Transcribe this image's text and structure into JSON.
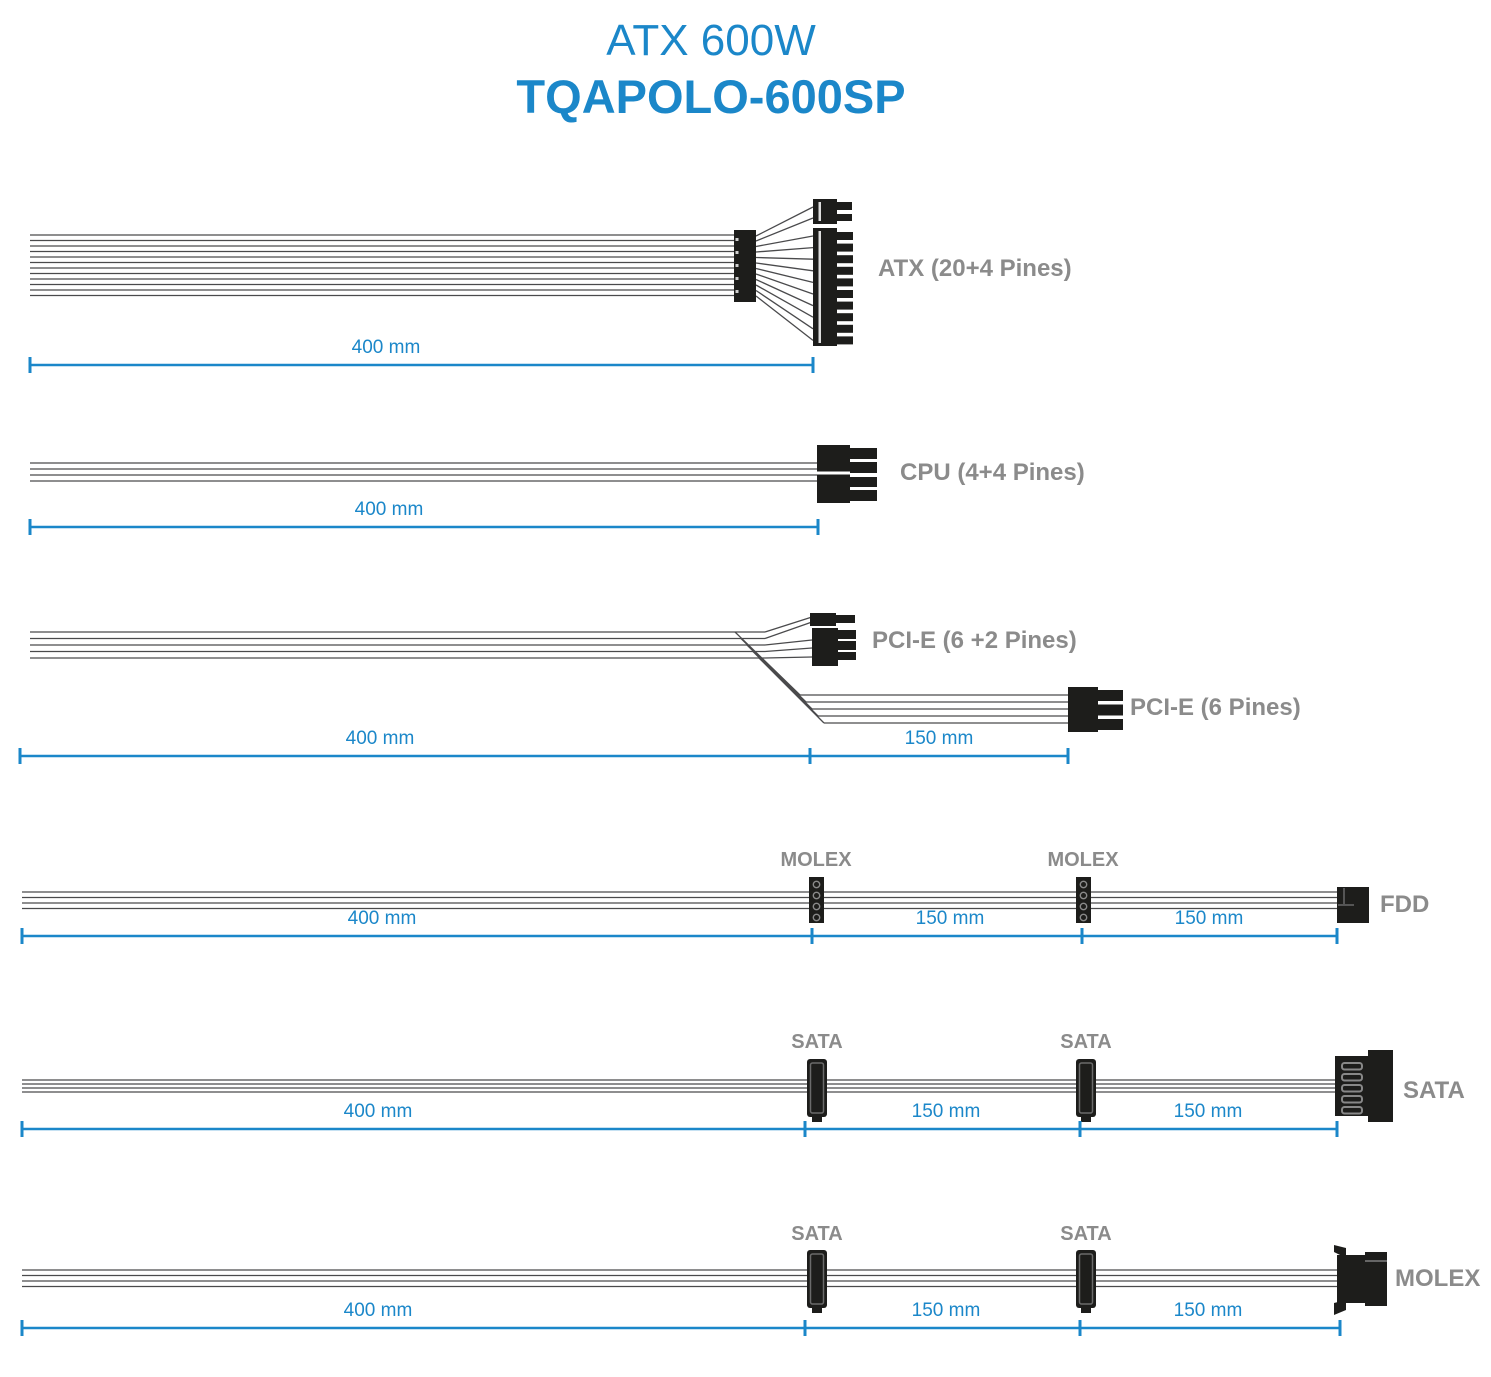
{
  "title": {
    "product_type": "ATX 600W",
    "model": "TQAPOLO-600SP"
  },
  "colors": {
    "accent_blue": "#1b87c9",
    "label_gray": "#8b8b8b",
    "wire_gray": "#4a4a4c",
    "connector_black": "#1d1d1b"
  },
  "cables": [
    {
      "id": "atx-main",
      "wires": 12,
      "connectors": {
        "end": "ATX (20+4 Pines)"
      },
      "dims": [
        {
          "label": "400 mm",
          "mm": 400
        }
      ]
    },
    {
      "id": "cpu",
      "wires": 4,
      "connectors": {
        "end": "CPU (4+4 Pines)"
      },
      "dims": [
        {
          "label": "400 mm",
          "mm": 400
        }
      ]
    },
    {
      "id": "pcie",
      "wires": 5,
      "connectors": {
        "branch": "PCI-E (6 +2 Pines)",
        "end": "PCI-E (6 Pines)"
      },
      "dims": [
        {
          "label": "400 mm",
          "mm": 400
        },
        {
          "label": "150 mm",
          "mm": 150
        }
      ]
    },
    {
      "id": "molex-fdd",
      "wires": 4,
      "connectors": {
        "inline1": "MOLEX",
        "inline2": "MOLEX",
        "end": "FDD"
      },
      "dims": [
        {
          "label": "400 mm",
          "mm": 400
        },
        {
          "label": "150 mm",
          "mm": 150
        },
        {
          "label": "150 mm",
          "mm": 150
        }
      ]
    },
    {
      "id": "sata-sata",
      "wires": 4,
      "connectors": {
        "inline1": "SATA",
        "inline2": "SATA",
        "end": "SATA"
      },
      "dims": [
        {
          "label": "400 mm",
          "mm": 400
        },
        {
          "label": "150 mm",
          "mm": 150
        },
        {
          "label": "150 mm",
          "mm": 150
        }
      ]
    },
    {
      "id": "sata-molex",
      "wires": 4,
      "connectors": {
        "inline1": "SATA",
        "inline2": "SATA",
        "end": "MOLEX"
      },
      "dims": [
        {
          "label": "400 mm",
          "mm": 400
        },
        {
          "label": "150 mm",
          "mm": 150
        },
        {
          "label": "150 mm",
          "mm": 150
        }
      ]
    }
  ]
}
